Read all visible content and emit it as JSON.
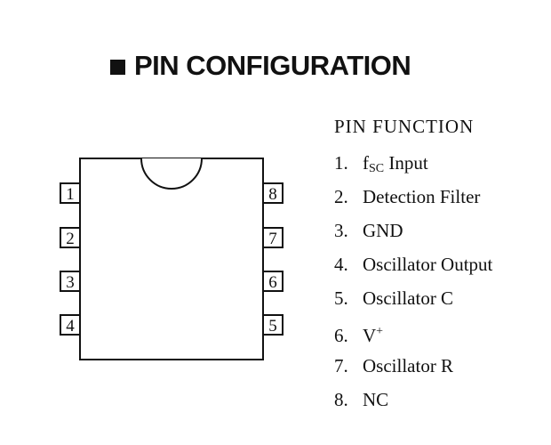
{
  "title": "PIN CONFIGURATION",
  "pin_function": {
    "heading": "PIN FUNCTION",
    "items": [
      {
        "number": "1.",
        "text_main": "f",
        "text_sub": "SC",
        "text_rest": " Input"
      },
      {
        "number": "2.",
        "text": "Detection Filter"
      },
      {
        "number": "3.",
        "text": "GND"
      },
      {
        "number": "4.",
        "text": "Oscillator Output"
      },
      {
        "number": "5.",
        "text": "Oscillator C"
      },
      {
        "number": "6.",
        "text_main": "V",
        "text_sup": "+"
      },
      {
        "number": "7.",
        "text": "Oscillator R"
      },
      {
        "number": "8.",
        "text": "NC"
      }
    ]
  },
  "package": {
    "left_pins": [
      "1",
      "2",
      "3",
      "4"
    ],
    "right_pins": [
      "8",
      "7",
      "6",
      "5"
    ]
  }
}
